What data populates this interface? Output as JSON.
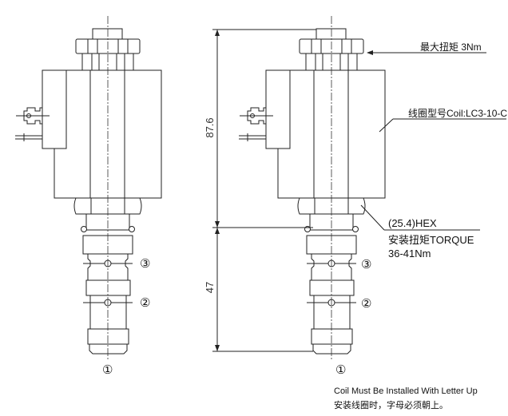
{
  "ports": {
    "p1": "①",
    "p2": "②",
    "p3": "③"
  },
  "dimensions": {
    "overall_upper": "87.6",
    "lower": "47"
  },
  "annotations": {
    "max_torque": "最大扭矩 3Nm",
    "coil_model": "线圈型号Coil:LC3-10-C",
    "hex": "(25.4)HEX",
    "install_torque": "安装扭矩TORQUE",
    "torque_range": "36-41Nm",
    "note_en": "Coil Must Be Installed With Letter Up",
    "note_cn": "安装线圈时，字母必须朝上。"
  }
}
